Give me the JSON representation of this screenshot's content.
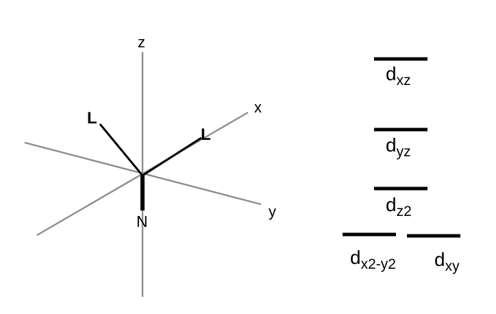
{
  "axes": {
    "z_label": "z",
    "x_label": "x",
    "y_label": "y"
  },
  "atoms": {
    "ligand_left": "L",
    "ligand_right": "L",
    "nitrogen": "N"
  },
  "orbitals": {
    "dxz": {
      "main": "d",
      "sub": "xz"
    },
    "dyz": {
      "main": "d",
      "sub": "yz"
    },
    "dz2": {
      "main": "d",
      "sub": "z2"
    },
    "dx2y2": {
      "main": "d",
      "sub": "x2-y2"
    },
    "dxy": {
      "main": "d",
      "sub": "xy"
    }
  },
  "colors": {
    "axis": "#8c8c8c",
    "bond": "#000000",
    "level": "#000000"
  }
}
